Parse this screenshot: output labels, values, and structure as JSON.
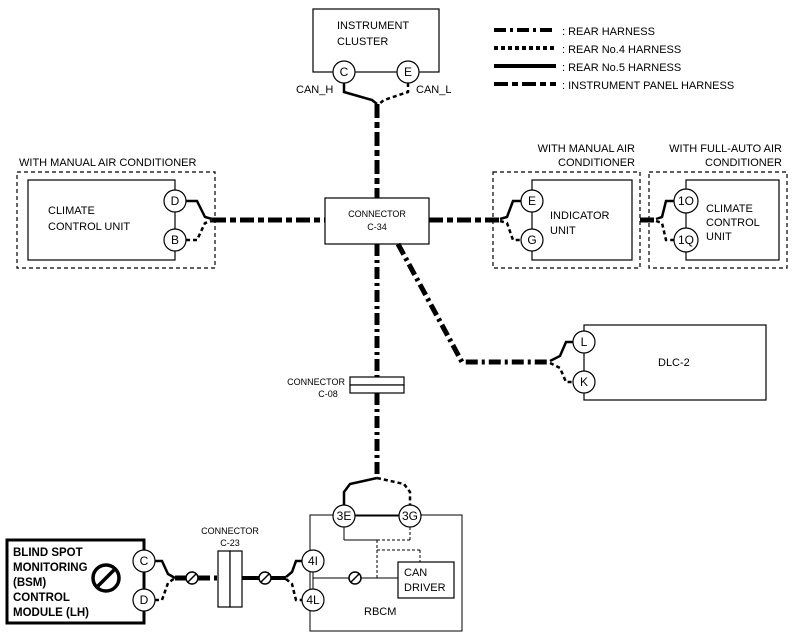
{
  "legend": [
    {
      "label": ": REAR HARNESS",
      "style": "dashdot"
    },
    {
      "label": ": REAR No.4 HARNESS",
      "style": "dotted"
    },
    {
      "label": ": REAR No.5 HARNESS",
      "style": "solid"
    },
    {
      "label": ": INSTRUMENT PANEL HARNESS",
      "style": "dashed"
    }
  ],
  "instrument_cluster": {
    "line1": "INSTRUMENT",
    "line2": "CLUSTER",
    "pin_left": "C",
    "pin_right": "E",
    "can_h": "CAN_H",
    "can_l": "CAN_L"
  },
  "climate_unit_left": {
    "caption": "WITH MANUAL AIR CONDITIONER",
    "line1": "CLIMATE",
    "line2": "CONTROL UNIT",
    "pin_top": "D",
    "pin_bottom": "B"
  },
  "connector_c34": {
    "line1": "CONNECTOR",
    "line2": "C-34"
  },
  "indicator_unit": {
    "caption1": "WITH MANUAL AIR",
    "caption2": "CONDITIONER",
    "line1": "INDICATOR",
    "line2": "UNIT",
    "pin_top": "E",
    "pin_bottom": "G"
  },
  "climate_unit_right": {
    "caption1": "WITH FULL-AUTO AIR",
    "caption2": "CONDITIONER",
    "line1": "CLIMATE",
    "line2": "CONTROL",
    "line3": "UNIT",
    "pin_top": "1O",
    "pin_bottom": "1Q"
  },
  "dlc2": {
    "label": "DLC-2",
    "pin_top": "L",
    "pin_bottom": "K"
  },
  "connector_c08": {
    "line1": "CONNECTOR",
    "line2": "C-08"
  },
  "rbcm": {
    "label": "RBCM",
    "pin_3e": "3E",
    "pin_3g": "3G",
    "pin_4i": "4I",
    "pin_4l": "4L",
    "can_driver1": "CAN",
    "can_driver2": "DRIVER"
  },
  "connector_c23": {
    "line1": "CONNECTOR",
    "line2": "C-23"
  },
  "bsm": {
    "line1": "BLIND SPOT",
    "line2": "MONITORING",
    "line3": "(BSM)",
    "line4": "CONTROL",
    "line5": "MODULE (LH)",
    "pin_top": "C",
    "pin_bottom": "D"
  }
}
